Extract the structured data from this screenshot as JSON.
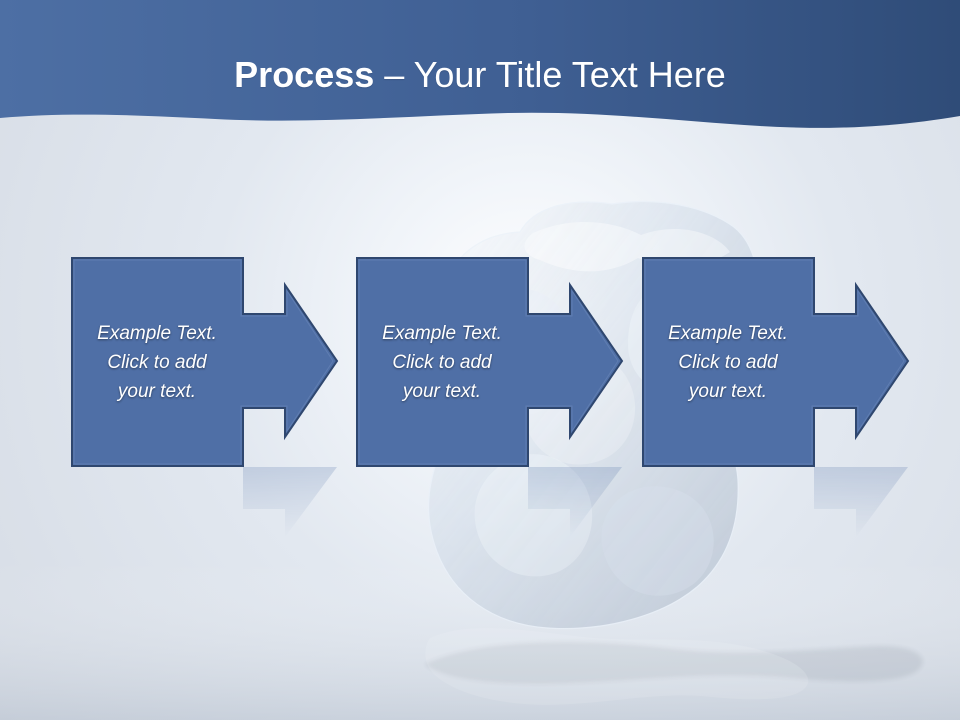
{
  "title": {
    "bold": "Process",
    "rest": " – Your Title Text Here"
  },
  "steps": [
    {
      "text": "Example Text.\nClick  to add\nyour text."
    },
    {
      "text": "Example Text.\nClick  to add\nyour text."
    },
    {
      "text": "Example Text.\nClick  to add\nyour text."
    }
  ],
  "colors": {
    "header_blue": "#4a6898",
    "header_dark": "#314a73",
    "step_fill": "#4f6fa6",
    "step_stroke": "#2f476f",
    "text": "#ffffff"
  },
  "icons": {
    "decorative_image": "ice-cube-icon"
  }
}
